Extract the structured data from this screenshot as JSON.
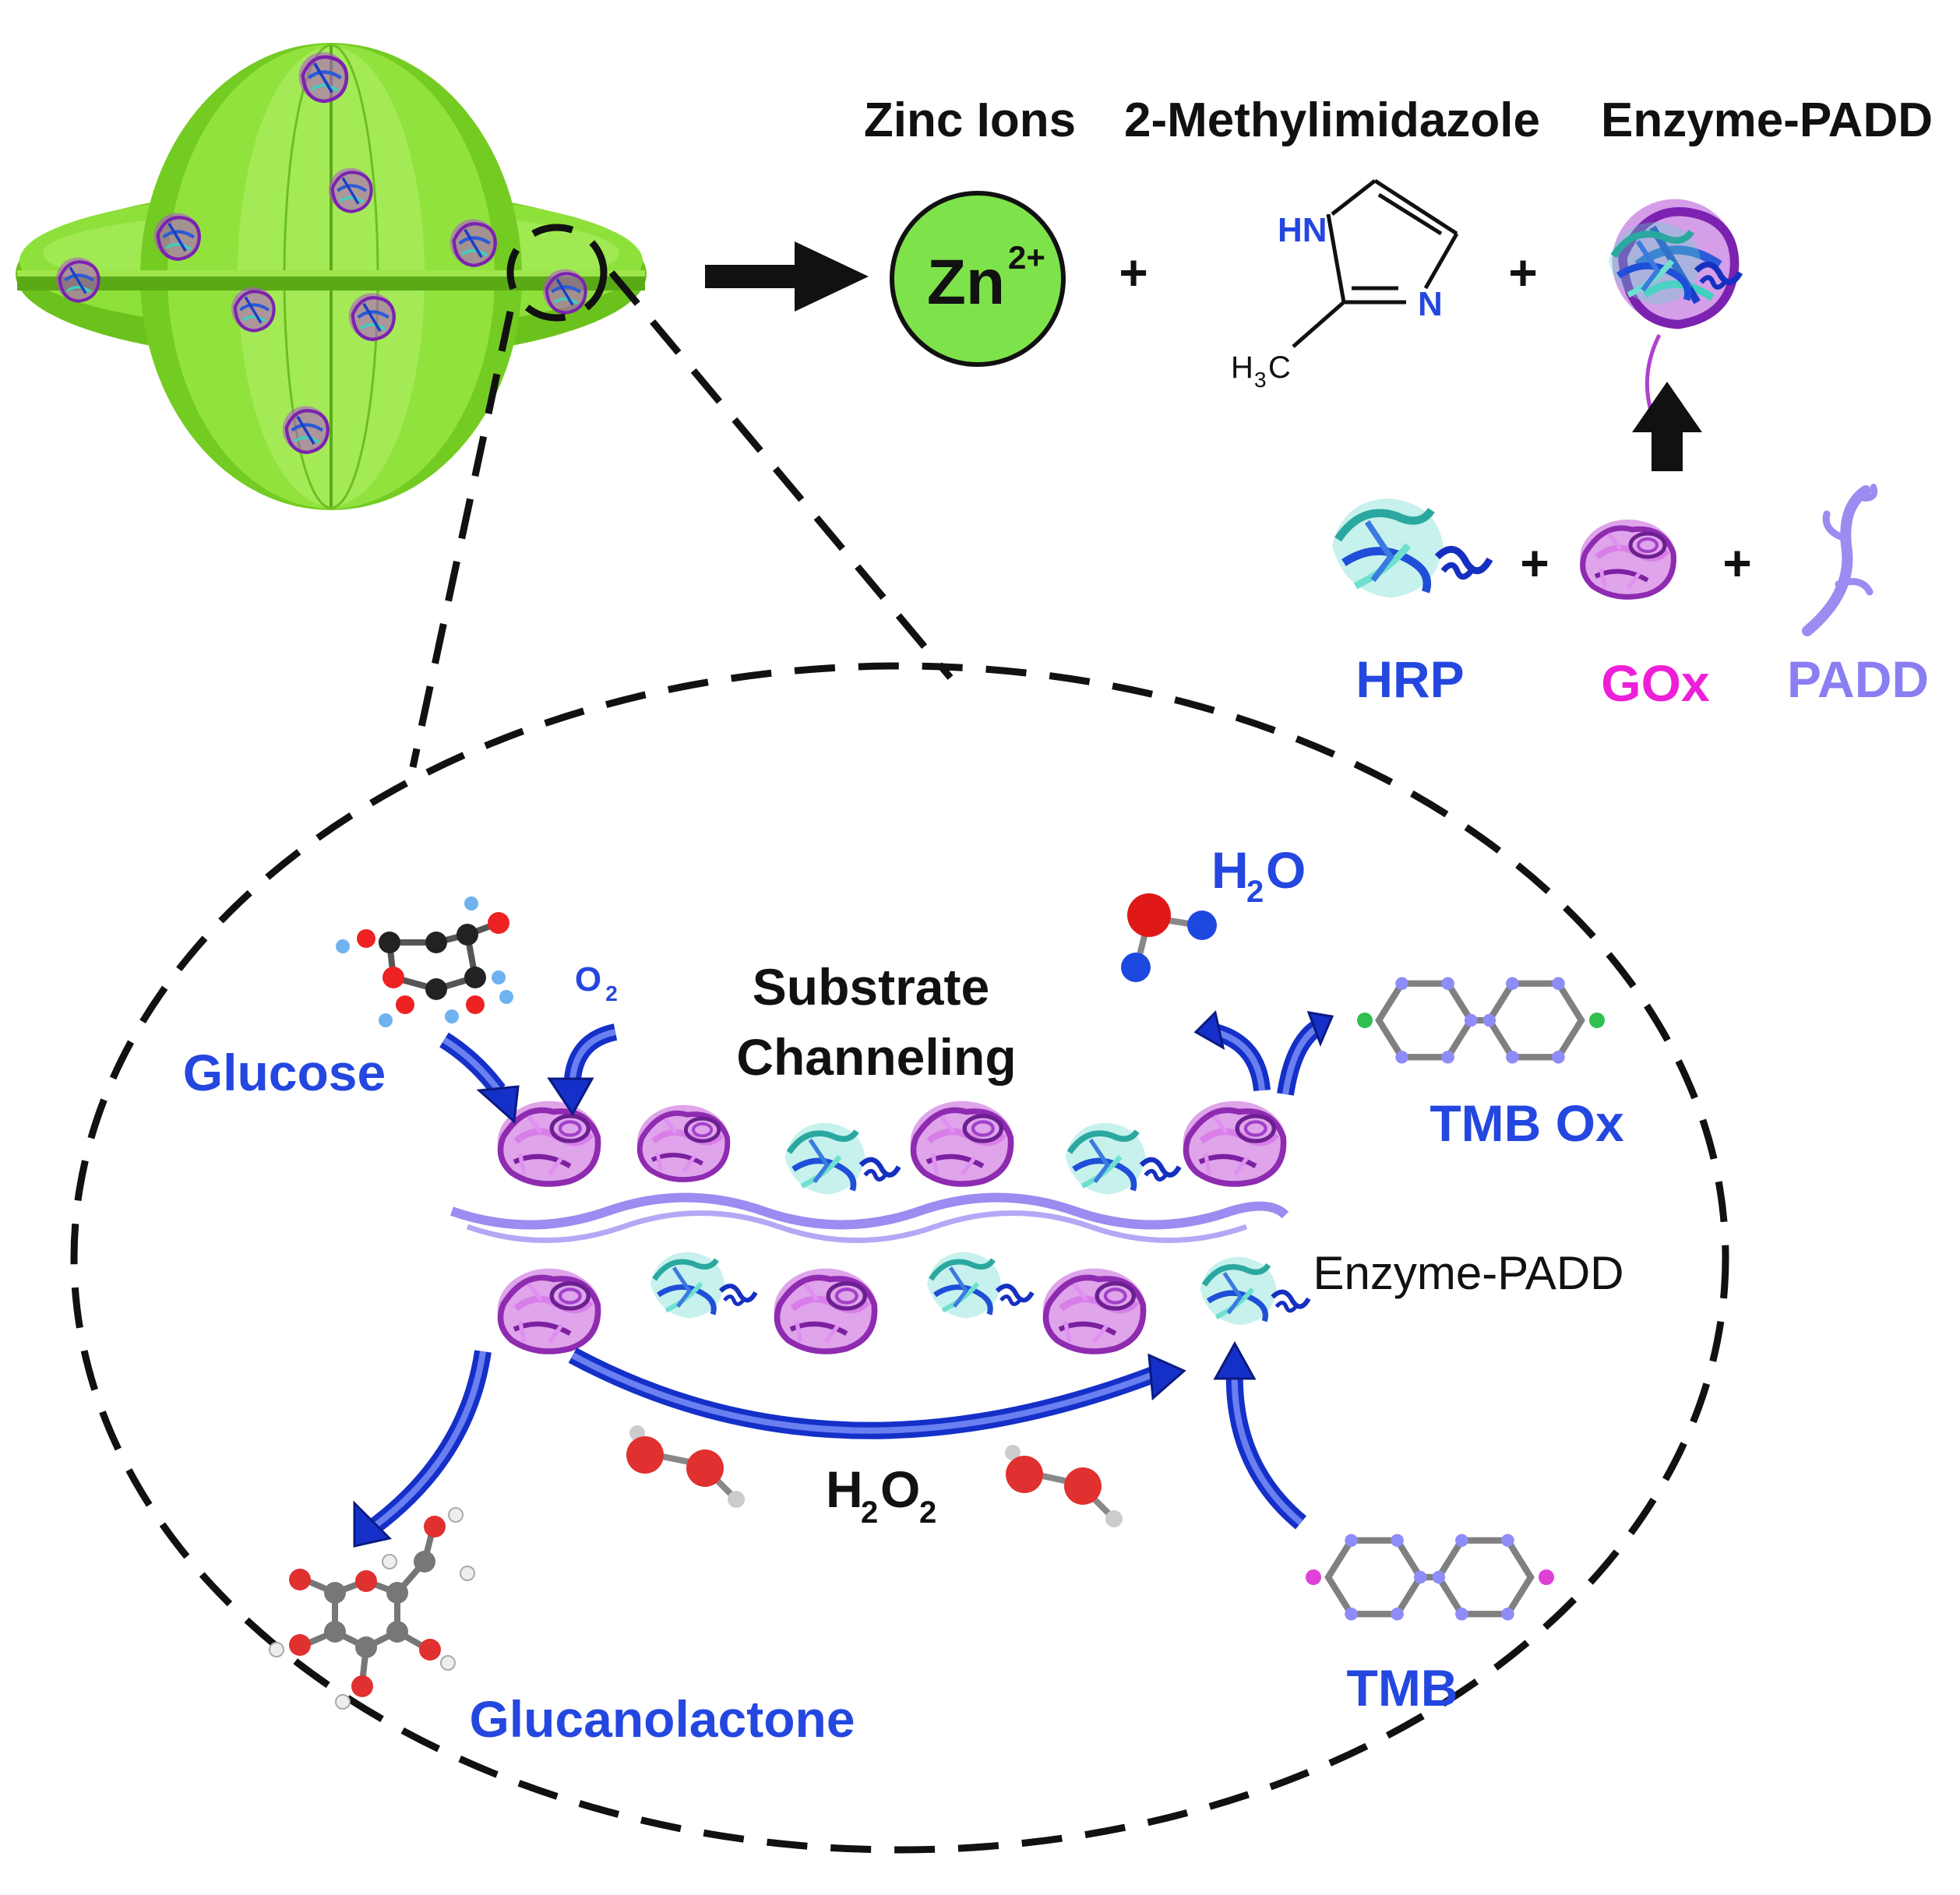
{
  "reactants": {
    "zinc_label": "Zinc Ions",
    "zinc_symbol": "Zn",
    "zinc_charge": "2+",
    "imidazole_label": "2-Methylimidazole",
    "imidazole_hn": "HN",
    "imidazole_n": "N",
    "imidazole_h3c_main": "H",
    "imidazole_h3c_sub": "3",
    "imidazole_h3c_tail": "C",
    "enzyme_padd_label": "Enzyme-PADD",
    "plus": "+"
  },
  "components": {
    "hrp": "HRP",
    "gox": "GOx",
    "padd": "PADD"
  },
  "cascade": {
    "glucose": "Glucose",
    "o2_main": "O",
    "o2_sub": "2",
    "substrate_line1": "Substrate",
    "substrate_line2": "Channeling",
    "h2o_h": "H",
    "h2o_sub": "2",
    "h2o_o": "O",
    "tmb_ox": "TMB  Ox",
    "enzyme_padd": "Enzyme-PADD",
    "h2o2_h": "H",
    "h2o2_sub1": "2",
    "h2o2_o": "O",
    "h2o2_sub2": "2",
    "glucanolactone": "Glucanolactone",
    "tmb": "TMB"
  },
  "colors": {
    "zif_green": "#7fd320",
    "zinc_green": "#7ee34a",
    "arrow_blue": "#2a3fe0",
    "gox_purple": "#b040d0",
    "hrp_cyan": "#3fc8c0",
    "padd_violet": "#9a8cf0",
    "label_blue": "#2447e0",
    "label_magenta": "#ee1fd8"
  }
}
